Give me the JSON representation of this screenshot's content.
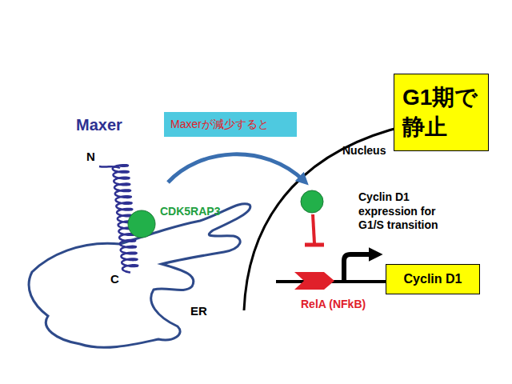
{
  "diagram": {
    "nodes": [
      {
        "text": [
          "Maxerが減少すると"
        ]
      },
      {
        "text": [
          "G1期で 静止"
        ]
      },
      {
        "text": [
          "Cyclin D1"
        ]
      }
    ],
    "labels": [
      "Maxer",
      "N",
      "C",
      "CDK5RAP3",
      "ER",
      "Nucleus",
      "Cyclin D1 expression for G1/S transition",
      "RelA (NFkB)"
    ]
  }
}
